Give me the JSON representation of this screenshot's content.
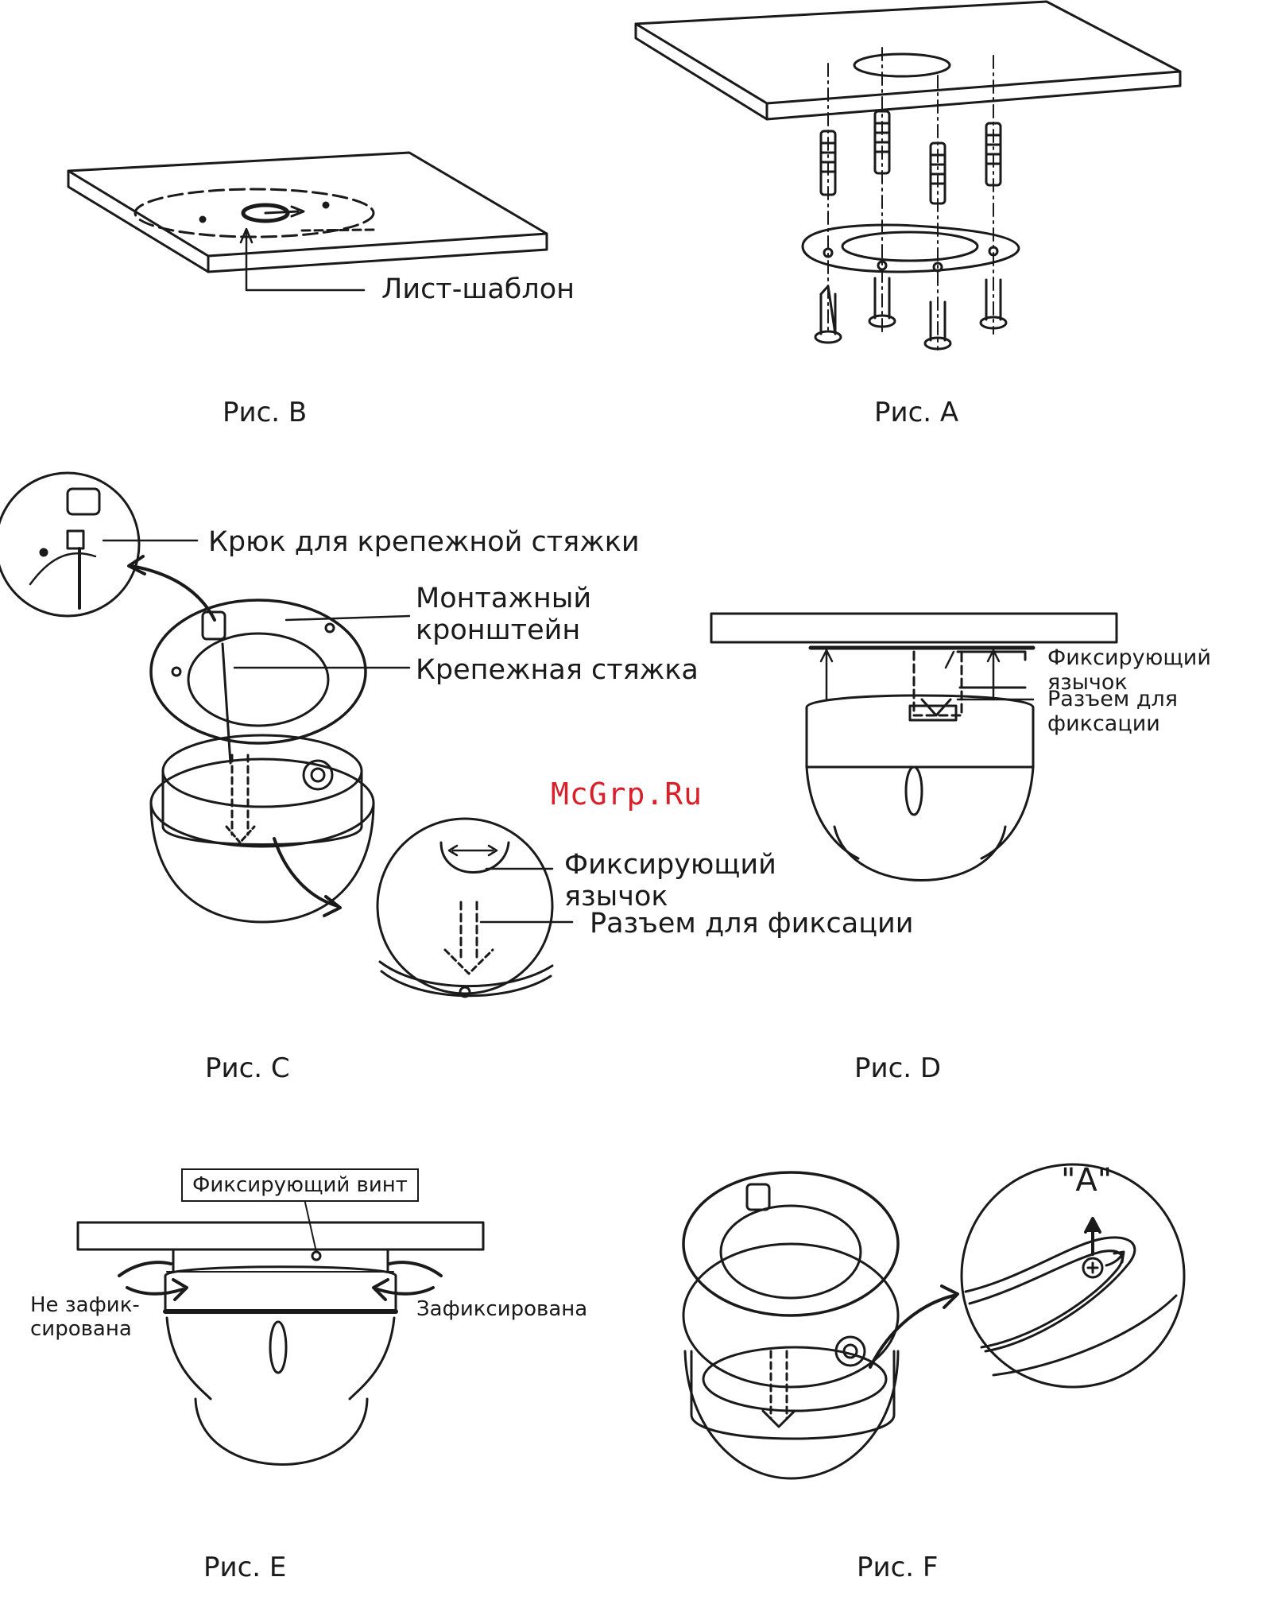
{
  "watermark": "McGrp.Ru",
  "figures": {
    "B": {
      "caption": "Рис. В",
      "labels": {
        "template": "Лист-шаблон"
      }
    },
    "A": {
      "caption": "Рис. А"
    },
    "C": {
      "caption": "Рис. С",
      "labels": {
        "hook": "Крюк для крепежной стяжки",
        "bracket_1": "Монтажный",
        "bracket_2": "кронштейн",
        "tie": "Крепежная стяжка",
        "tab_1": "Фиксирующий",
        "tab_2": "язычок",
        "slot": "Разъем для фиксации"
      }
    },
    "D": {
      "caption": "Рис. D",
      "labels": {
        "tab_1": "Фиксирующий",
        "tab_2": "язычок",
        "slot_1": "Разъем для",
        "slot_2": "фиксации"
      }
    },
    "E": {
      "caption": "Рис. Е",
      "labels": {
        "screw": "Фиксирующий винт",
        "unlocked_1": "Не зафик-",
        "unlocked_2": "сирована",
        "locked": "Зафиксирована"
      }
    },
    "F": {
      "caption": "Рис. F",
      "labels": {
        "detail": "\"A\""
      }
    }
  }
}
